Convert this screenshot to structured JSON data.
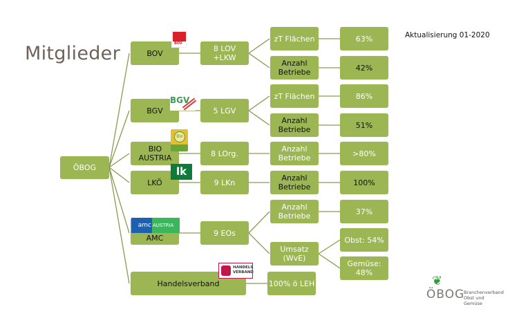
{
  "title": "Mitglieder",
  "update_note": "Aktualisierung 01-2020",
  "colors": {
    "node_fill": "#9bb652",
    "connector": "#8a9a4e",
    "title_text": "#6e625a"
  },
  "root": {
    "label": "ÖBOG"
  },
  "members": [
    {
      "label": "BOV",
      "logo": "bov-logo",
      "sub": "8 LOV\n+LKW",
      "metrics": [
        {
          "label": "zT Flächen",
          "value": "63%"
        },
        {
          "label": "Anzahl\nBetriebe",
          "value": "42%"
        }
      ]
    },
    {
      "label": "BGV",
      "logo": "bgv-logo",
      "sub": "5 LGV",
      "metrics": [
        {
          "label": "zT Flächen",
          "value": "86%"
        },
        {
          "label": "Anzahl\nBetriebe",
          "value": "51%"
        }
      ]
    },
    {
      "label": "BIO AUSTRIA",
      "logo": "bio-austria-logo",
      "sub": "8 LOrg.",
      "metrics": [
        {
          "label": "Anzahl\nBetriebe",
          "value": ">80%"
        }
      ]
    },
    {
      "label": "LKÖ",
      "logo": "lk-logo",
      "sub": "9 LKn",
      "metrics": [
        {
          "label": "Anzahl\nBetriebe",
          "value": "100%"
        }
      ]
    },
    {
      "label": "AMC",
      "logo": "amc-austria-logo",
      "sub": "9 EOs",
      "metrics": [
        {
          "label": "Anzahl\nBetriebe",
          "value": "37%"
        },
        {
          "label": "Umsatz\n(WvE)",
          "values": [
            "Obst: 54%",
            "Gemüse:\n48%"
          ]
        }
      ]
    },
    {
      "label": "Handelsverband",
      "logo": "handelsverband-logo",
      "sub": "100% ö LEH"
    }
  ],
  "logos": {
    "bov": "BOV",
    "bgv": "BGV",
    "bio": "Bio",
    "lk": "lk",
    "amc_left": "amc",
    "amc_right": "AUSTRIA",
    "handelsverband": "HANDELS\nVERBAND"
  },
  "footer_logo": {
    "name": "ÖBOG",
    "subtitle": "Branchenverband\nObst und Gemüse"
  }
}
